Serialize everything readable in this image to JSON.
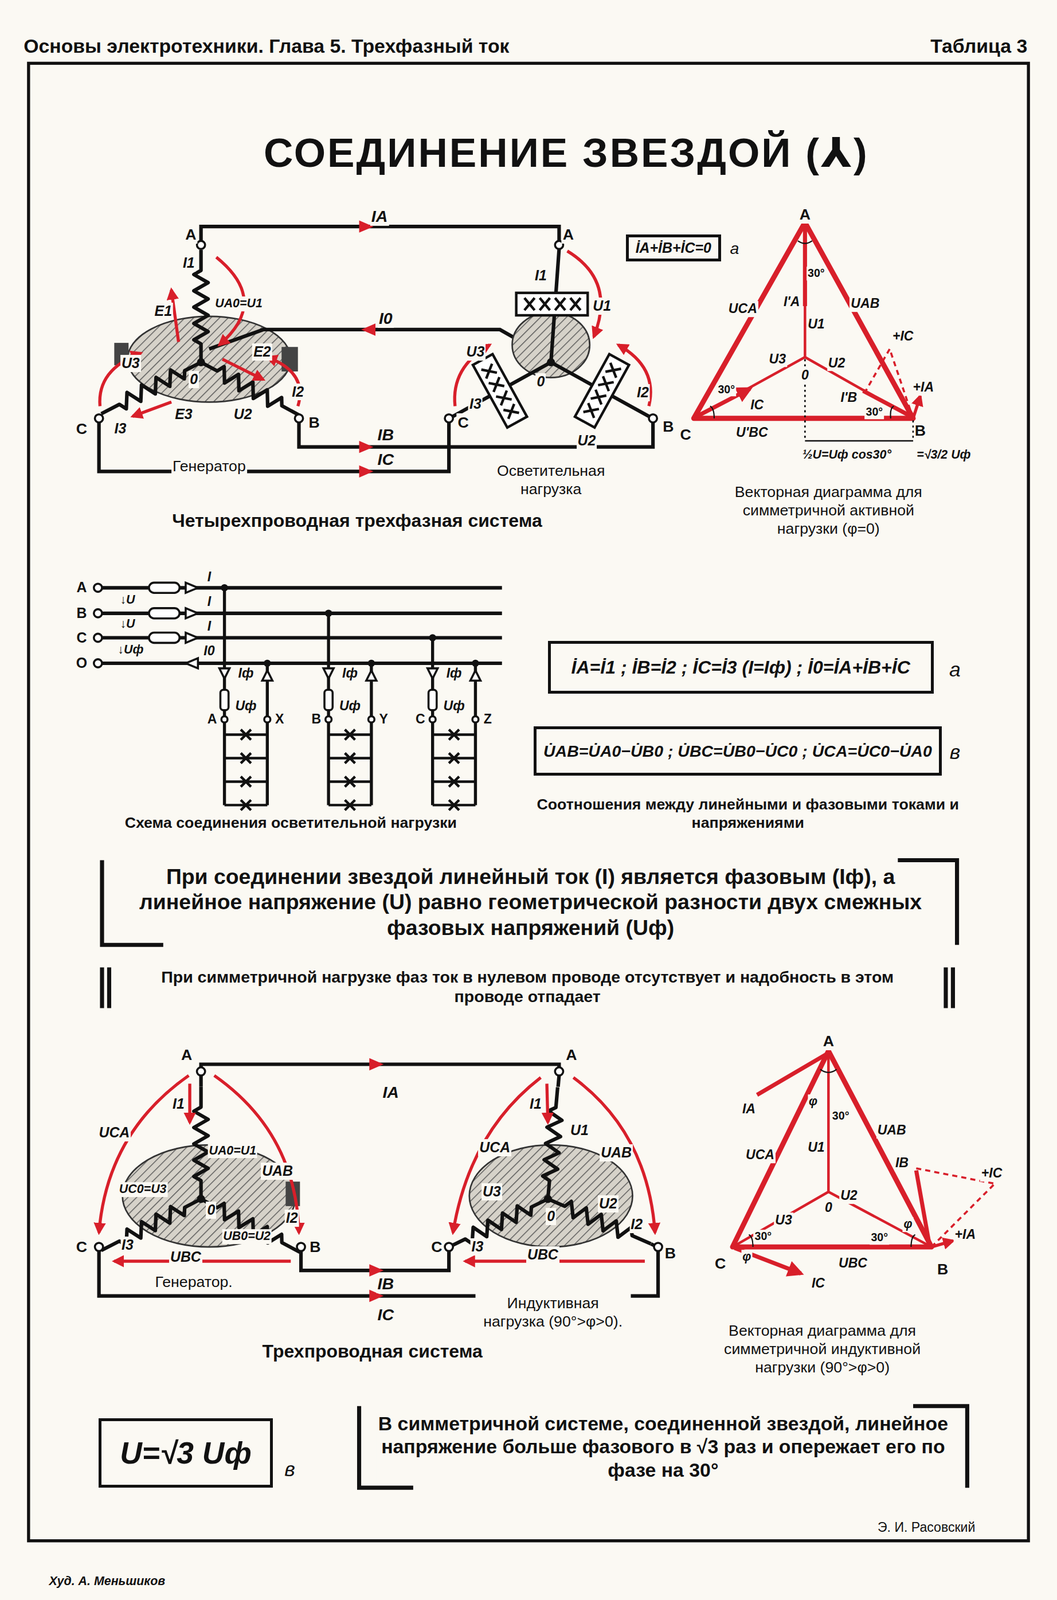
{
  "diagram": {
    "title": "СОЕДИНЕНИЕ ЗВЕЗДОЙ (⅄)",
    "nodes": [
      {
        "text": [
          "İA+İB+İC=0"
        ]
      },
      {
        "text": [
          "İA=İ1 ; İB=İ2 ; İC=İ3 (I=Iф) ; İ0=İA+İB+İC"
        ]
      },
      {
        "text": [
          "U̇AB=U̇A0−U̇B0 ; U̇BC=U̇B0−U̇C0 ; U̇CA=U̇C0−U̇A0"
        ]
      },
      {
        "text": [
          "U=√3 Uф"
        ]
      }
    ],
    "labels": [
      "Основы электротехники. Глава 5. Трехфазный ток",
      "Таблица 3",
      "IA",
      "A",
      "A",
      "I1",
      "UA0=U1",
      "E1",
      "I0",
      "I1",
      "U1",
      "E2",
      "U3",
      "0",
      "I2",
      "E3",
      "U2",
      "C",
      "I3",
      "B",
      "U3",
      "0",
      "I2",
      "C",
      "I3",
      "U2",
      "B",
      "IB",
      "IC",
      "Генератор",
      "Осветительная нагрузка",
      "Четырехпроводная трехфазная система",
      "a",
      "A",
      "30°",
      "UCA",
      "UAB",
      "I'A",
      "U1",
      "+IC",
      "U3",
      "U2",
      "0",
      "30°",
      "IC",
      "I'B",
      "30°",
      "+IA",
      "C",
      "U'BC",
      "B",
      "½U=Uф cos30°",
      "=√3/2 Uф",
      "Векторная диаграмма для симметричной активной нагрузки (φ=0)",
      "A",
      "B",
      "C",
      "O",
      "↓U",
      "↓U",
      "↓Uф",
      "I",
      "I",
      "I",
      "I0",
      "Iф",
      "Uф",
      "A",
      "X",
      "Iф",
      "Uф",
      "B",
      "Y",
      "Iф",
      "Uф",
      "C",
      "Z",
      "Схема соединения осветительной нагрузки",
      "a",
      "в",
      "Соотношения между линейными и фазовыми токами и напряжениями",
      "При соединении звездой линейный ток (I) является фазовым (Iф), а линейное напряжение (U) равно геометрической разности двух смежных фазовых напряжений (Uф)",
      "При симметричной нагрузке фаз ток в нулевом проводе отсутствует и надобность в этом проводе отпадает",
      "A",
      "A",
      "IA",
      "I1",
      "UCA",
      "UA0=U1",
      "UAB",
      "UC0=U3",
      "0",
      "UB0=U2",
      "I2",
      "C",
      "I3",
      "UBC",
      "B",
      "Генератор.",
      "I1",
      "UCA",
      "U1",
      "UAB",
      "U3",
      "0",
      "U2",
      "I2",
      "C",
      "I3",
      "UBC",
      "B",
      "IB",
      "IC",
      "Индуктивная нагрузка (90°>φ>0).",
      "Трехпроводная система",
      "A",
      "IA",
      "φ",
      "30°",
      "UAB",
      "UCA",
      "U1",
      "IB",
      "+IC",
      "0",
      "U2",
      "U3",
      "φ",
      "30°",
      "φ",
      "30°",
      "+IA",
      "C",
      "UBC",
      "B",
      "IC",
      "Векторная диаграмма для симметричной индуктивной нагрузки (90°>φ>0)",
      "в",
      "В симметричной системе, соединенной звездой, линейное напряжение больше фазового в √3 раз и опережает его по фазе на 30°",
      "Э. И. Расовский",
      "Худ. А. Меньшиков"
    ]
  }
}
